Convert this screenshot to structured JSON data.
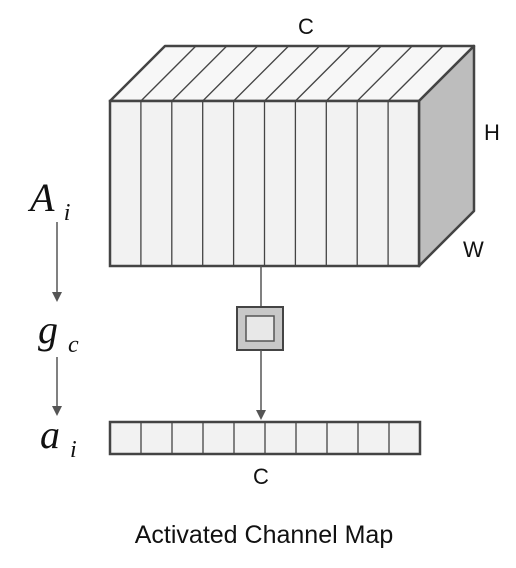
{
  "colors": {
    "stroke": "#444444",
    "front_face": "#f2f2f2",
    "top_face": "#f7f7f7",
    "side_face": "#bdbdbd",
    "arrow": "#555555",
    "pool_outer": "#c8c8c8",
    "pool_inner": "#e8e8e8"
  },
  "tensor": {
    "channels_label": "C",
    "height_label": "H",
    "width_label": "W",
    "slice_count": 10
  },
  "stages": {
    "activation_map": {
      "base": "A",
      "sub": "i"
    },
    "pooling_op": {
      "base": "g",
      "sub": "c"
    },
    "channel_vector": {
      "base": "a",
      "sub": "i"
    }
  },
  "vector": {
    "cell_count": 10,
    "length_label": "C"
  },
  "caption": "Activated Channel Map"
}
